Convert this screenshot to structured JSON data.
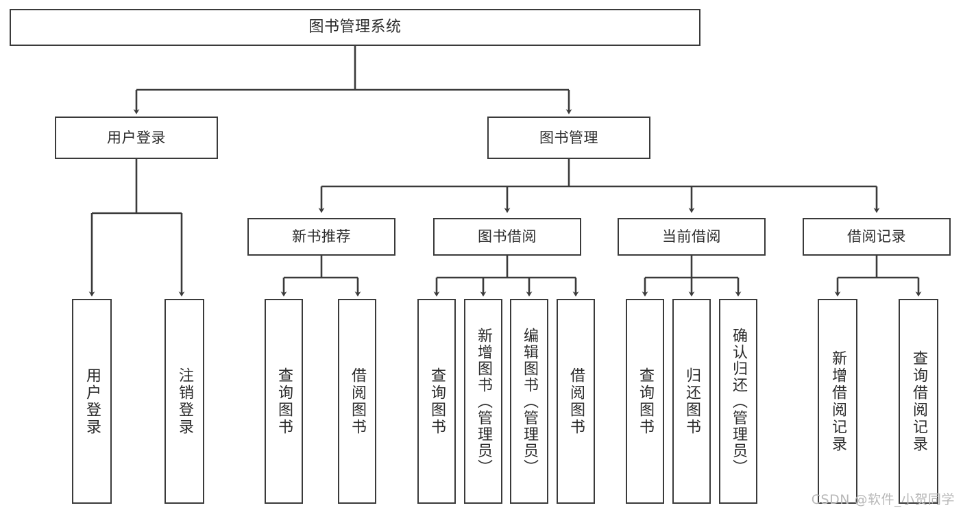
{
  "diagram": {
    "type": "tree-hierarchy",
    "title": "图书管理系统",
    "watermark": "CSDN @软件_小贺同学",
    "colors": {
      "stroke": "#3a3a3a",
      "background": "#ffffff",
      "text": "#2b2b2b",
      "watermark": "#b8b8b8"
    },
    "nodes": {
      "root": {
        "label": "图书管理系统"
      },
      "level2": [
        {
          "id": "user-login",
          "label": "用户登录"
        },
        {
          "id": "book-manage",
          "label": "图书管理"
        }
      ],
      "level3": [
        {
          "id": "new-book-recommend",
          "label": "新书推荐"
        },
        {
          "id": "book-borrow",
          "label": "图书借阅"
        },
        {
          "id": "current-borrow",
          "label": "当前借阅"
        },
        {
          "id": "borrow-record",
          "label": "借阅记录"
        }
      ],
      "leaves": {
        "user-login": [
          {
            "id": "leaf-user-login",
            "label": "用户登录"
          },
          {
            "id": "leaf-logout-login",
            "label": "注销登录"
          }
        ],
        "new-book-recommend": [
          {
            "id": "leaf-query-book-1",
            "label": "查询图书"
          },
          {
            "id": "leaf-borrow-book-1",
            "label": "借阅图书"
          }
        ],
        "book-borrow": [
          {
            "id": "leaf-query-book-2",
            "label": "查询图书"
          },
          {
            "id": "leaf-add-book",
            "label": "新增图书（管理员）"
          },
          {
            "id": "leaf-edit-book",
            "label": "编辑图书（管理员）"
          },
          {
            "id": "leaf-borrow-book-2",
            "label": "借阅图书"
          }
        ],
        "current-borrow": [
          {
            "id": "leaf-query-book-3",
            "label": "查询图书"
          },
          {
            "id": "leaf-return-book",
            "label": "归还图书"
          },
          {
            "id": "leaf-confirm-return",
            "label": "确认归还（管理员）"
          }
        ],
        "borrow-record": [
          {
            "id": "leaf-add-record",
            "label": "新增借阅记录"
          },
          {
            "id": "leaf-query-record",
            "label": "查询借阅记录"
          }
        ]
      }
    }
  }
}
